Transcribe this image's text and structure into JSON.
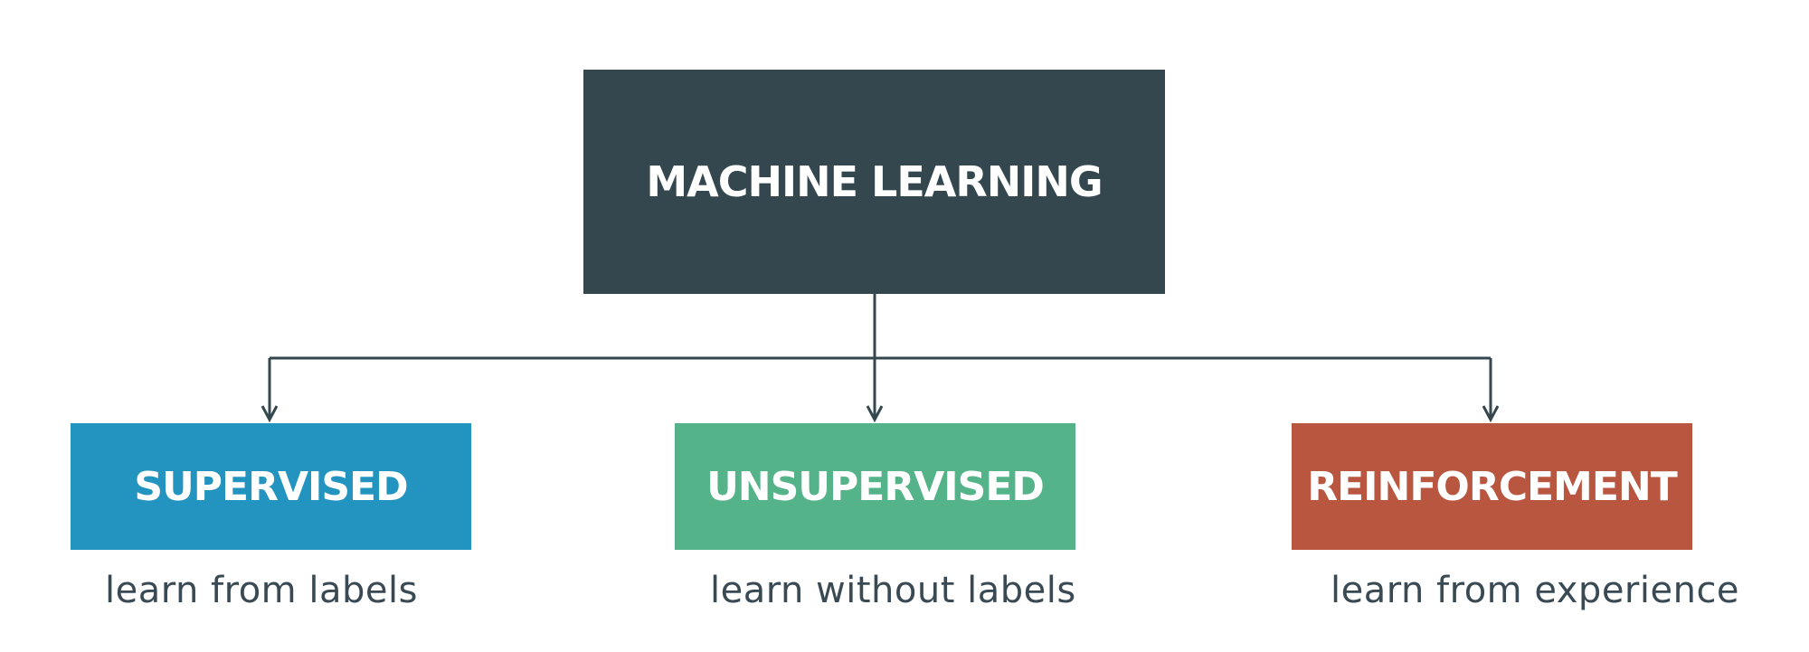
{
  "diagram": {
    "root": {
      "label": "MACHINE LEARNING",
      "color": "#34474f"
    },
    "children": [
      {
        "label": "SUPERVISED",
        "description": "learn from labels",
        "color": "#2394bf"
      },
      {
        "label": "UNSUPERVISED",
        "description": "learn without labels",
        "color": "#55b389"
      },
      {
        "label": "REINFORCEMENT",
        "description": "learn from experience",
        "color": "#b85640"
      }
    ],
    "connector_color": "#34474f"
  }
}
